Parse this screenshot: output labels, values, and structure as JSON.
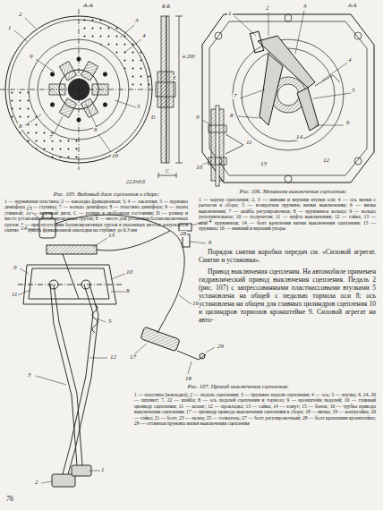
{
  "diagram": {
    "labels": [
      "А-А",
      "1",
      "2",
      "3",
      "4",
      "5",
      "6",
      "7",
      "8",
      "9",
      "10",
      "Б-Б",
      "Е",
      "D",
      "С",
      "ø 200",
      "22,6±0,6",
      "Рис. 105. Ведомый диск сцепления в сборе:",
      "1 — пружинная пластина; 2 — накладка фрикционная; 3, 4 — заклепки; 5 — пружина демпфера; 6 — ступица; 7 — кольцо демпфера; 8 — пластина демпфера; 9 — палец стяжной; 10 — ведомый диск; С — размер в свободном состоянии; D — размер и место установки балансировочных грузов; Е — место для установки балансировочных грузов; * — при отсутствии балансировочных грузов в указанных местах допускается снятие материала фрикционной накладки на глубину до 0,3 мм",
      "А-А",
      "1",
      "2",
      "3",
      "4",
      "5",
      "6",
      "7",
      "8",
      "9",
      "10",
      "11",
      "12",
      "13",
      "14",
      "Рис. 106. Механизм выключения сцепления:",
      "1 — картер сцепления; 2, 3 — нижняя и верхняя втулки оси; 4 — ось вилки с рычагом в сборе; 5 — возвратная пружина вилки выключения; 6 — вилка выключения; 7 — шайба регулировочная; 8 — пружинное кольцо; 9 — кольцо уплотнительное; 10 — полупетли; 11 — муфта выключения; 12 — гайка; 13 — шайба пружинная; 14 — болт крепления вилки выключения сцепления; 15 — пружина; 16 — нижний и верхний упоры",
      "Порядок снятия коробки передач см. «Силовой агрегат. Снятие и установка».",
      "Привод выключения сцепления. На автомобиле применен гидравлический привод выключения сцепления. Педаль 2 (рис. 107) с запрессованными пластмассовыми втулками 5 установлена на общей с педалью тормоза оси 8; ось установлена на общем для главных цилиндров сцепления 10 и цилиндров тормозов кронштейне 9. Силовой агрегат на авто-",
      "15",
      "14",
      "13",
      "9",
      "10",
      "8",
      "11",
      "5",
      "12",
      "3",
      "2",
      "1",
      "4",
      "6",
      "16",
      "17",
      "18",
      "29",
      "28",
      "Рис. 107. Привод выключения сцепления:",
      "1 — пластина (накладка); 2 — педаль сцепления; 3 — пружина педали сцепления; 4 — ось; 5 — втулка; 6, 24, 26 — шплинт; 7, 22 — шайба; 8 — ось педалей сцепления и тормоза; 9 — кронштейн педалей; 10 — главный цилиндр сцепления; 11 — шланг; 12 — прокладка; 13 — гайка; 14 — хомут; 15 — бачок; 16 — трубка привода выключения сцепления; 17 — цилиндр привода выключения сцепления в сборе; 18 — вилка; 19 — контргайка; 20 — гайка; 21 — болт; 23 — палец; 25 — толкатель; 27 — болт регулировочный; 28 — болт крепления кронштейна; 29 — оттяжная пружина вилки выключения сцепления",
      "76"
    ]
  }
}
